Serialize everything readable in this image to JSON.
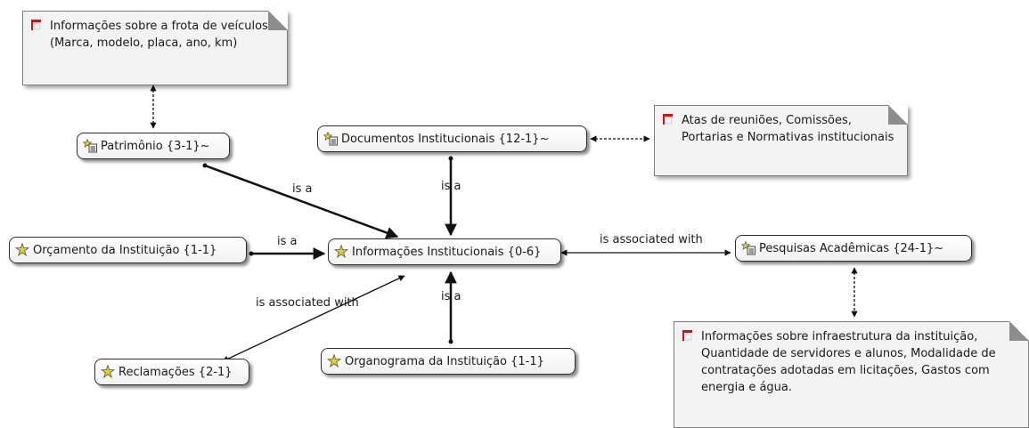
{
  "nodes": {
    "patrimonio": "Patrimônio {3-1}~",
    "documentos": "Documentos Institucionais {12-1}~",
    "orcamento": "Orçamento da Instituição {1-1}",
    "informacoes": "Informações Institucionais {0-6}",
    "pesquisas": "Pesquisas Acadêmicas {24-1}~",
    "reclamacoes": "Reclamações {2-1}",
    "organograma": "Organograma da Instituição {1-1}"
  },
  "notes": {
    "frota": "Informações sobre a frota de veículos (Marca, modelo, placa, ano, km)",
    "atas": "Atas de reuniões, Comissões, Portarias e Normativas institucionais",
    "infra": "Informações sobre infraestrutura da instituição, Quantidade de servidores e alunos, Modalidade de contratações adotadas em licitações, Gastos com energia e água."
  },
  "links": {
    "patrimonio_is_a": "is a",
    "documentos_is_a": "is a",
    "orcamento_is_a": "is a",
    "organograma_is_a": "is a",
    "pesquisas_assoc": "is associated with",
    "reclamacoes_assoc": "is associated with"
  },
  "icons": {
    "topic": "topic-icon",
    "topic_group": "topic-group-icon",
    "note": "note-icon"
  },
  "colors": {
    "node_border": "#2c2c2c",
    "note_bg": "#f3f3f3",
    "note_icon": "#c0181c",
    "topic_icon": "#e5d022"
  }
}
